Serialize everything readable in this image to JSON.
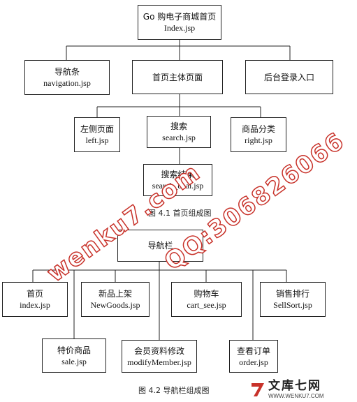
{
  "figure1": {
    "nodes": {
      "root": {
        "title": "Go 购电子商城首页",
        "file": "Index.jsp"
      },
      "nav": {
        "title": "导航条",
        "file": "navigation.jsp"
      },
      "main": {
        "title": "首页主体页面",
        "file": ""
      },
      "admin": {
        "title": "后台登录入口",
        "file": ""
      },
      "left": {
        "title": "左侧页面",
        "file": "left.jsp"
      },
      "search": {
        "title": "搜索",
        "file": "search.jsp"
      },
      "right": {
        "title": "商品分类",
        "file": "right.jsp"
      },
      "result": {
        "title": "搜索结果",
        "file": "search_deal.jsp"
      }
    },
    "caption": "图 4.1 首页组成图"
  },
  "figure2": {
    "nodes": {
      "root": {
        "title": "导航栏",
        "file": ""
      },
      "home": {
        "title": "首页",
        "file": "index.jsp"
      },
      "newgoods": {
        "title": "新品上架",
        "file": "NewGoods.jsp"
      },
      "cart": {
        "title": "购物车",
        "file": "cart_see.jsp"
      },
      "sellsort": {
        "title": "销售排行",
        "file": "SellSort.jsp"
      },
      "sale": {
        "title": "特价商品",
        "file": "sale.jsp"
      },
      "member": {
        "title": "会员资料修改",
        "file": "modifyMember.jsp"
      },
      "order": {
        "title": "查看订单",
        "file": "order.jsp"
      }
    },
    "caption": "图 4.2 导航栏组成图"
  },
  "watermark": {
    "site": "wenku7.com",
    "qq": "QQ:306826066"
  },
  "logo": {
    "name": "文库七网",
    "url": "WWW.WENKU7.COM",
    "accent": "#c8322a"
  }
}
